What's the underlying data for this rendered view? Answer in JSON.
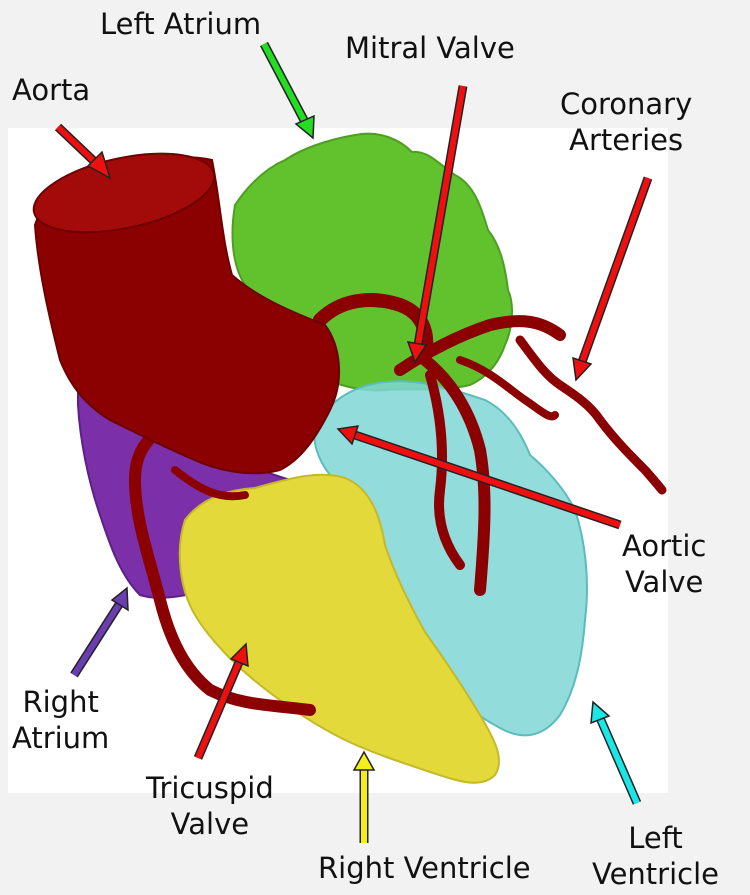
{
  "colors": {
    "background": "#f2f2f2",
    "panel": "#ffffff",
    "aorta": "#8b0000",
    "left_atrium": "#62c22e",
    "right_atrium": "#7b2fa8",
    "left_ventricle": "#7fd6d6",
    "right_ventricle": "#e3d93a",
    "coronary_arteries": "#8b0000",
    "arrow_red": "#ee1010",
    "arrow_green": "#22dd22",
    "arrow_purple": "#6a3db0",
    "arrow_yellow": "#f2ee1a",
    "arrow_cyan": "#19e6e6"
  },
  "labels": {
    "left_atrium": "Left Atrium",
    "mitral_valve": "Mitral Valve",
    "aorta": "Aorta",
    "coronary_arteries": [
      "Coronary",
      "Arteries"
    ],
    "aortic_valve": [
      "Aortic",
      "Valve"
    ],
    "right_atrium": [
      "Right",
      "Atrium"
    ],
    "tricuspid_valve": [
      "Tricuspid",
      "Valve"
    ],
    "right_ventricle": "Right Ventricle",
    "left_ventricle": [
      "Left",
      "Ventricle"
    ]
  }
}
